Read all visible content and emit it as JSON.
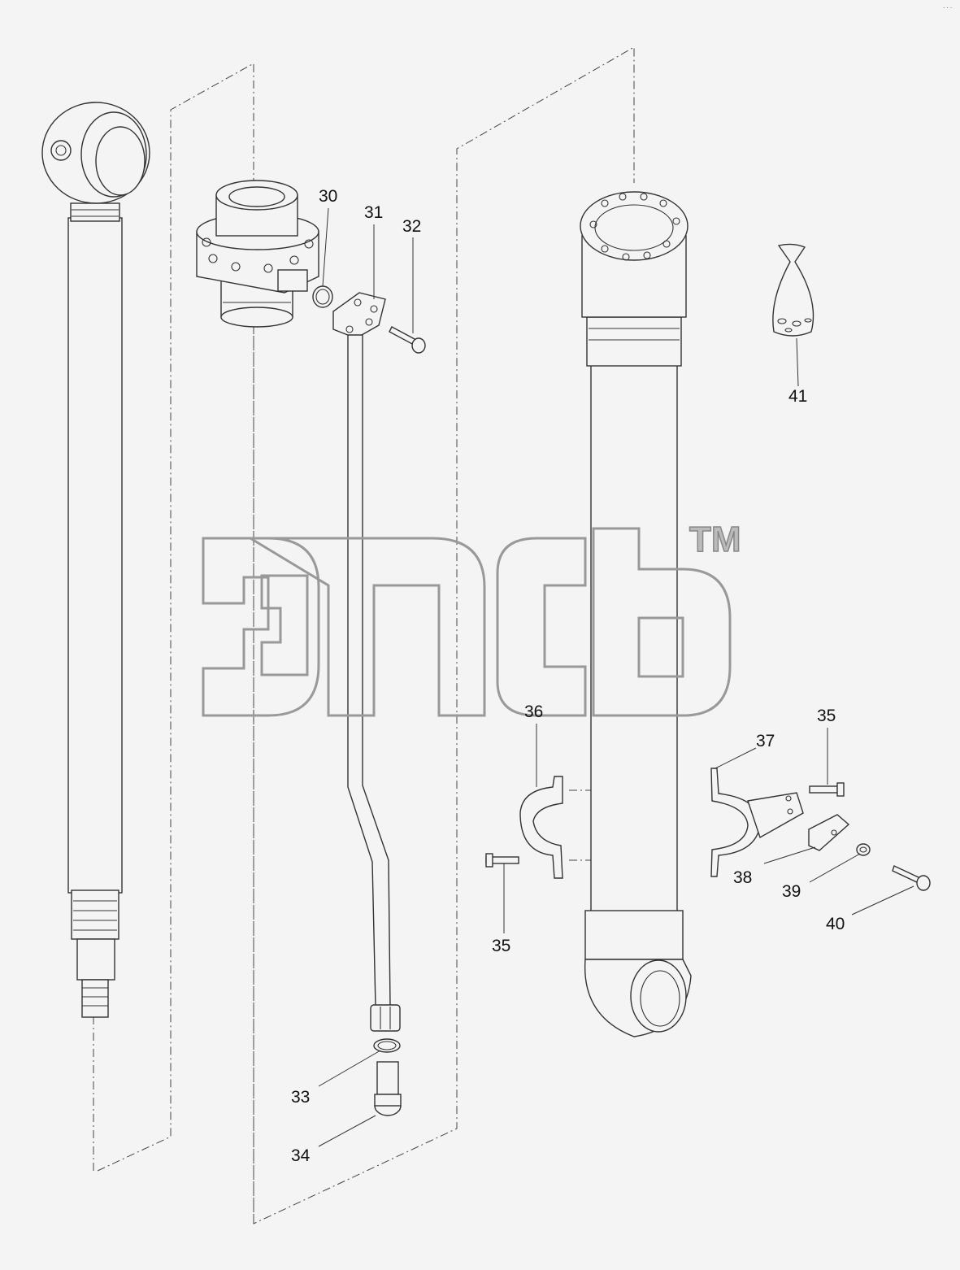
{
  "diagram": {
    "callouts": [
      "30",
      "31",
      "32",
      "33",
      "34",
      "35",
      "36",
      "37",
      "38",
      "39",
      "40",
      "41",
      "35"
    ],
    "watermark": {
      "trademark": "TM"
    },
    "corner_mark": "· · ·"
  }
}
